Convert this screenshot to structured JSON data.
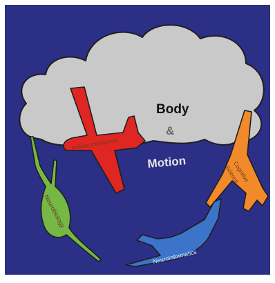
{
  "colors": {
    "background": "#2B2F86",
    "frame": "#ffffff",
    "cloud": "#C9C9C9",
    "outline": "#1E1E1E",
    "red_plane": "#E02623",
    "orange_plane": "#F08A2A",
    "green_cell": "#75B845",
    "blue_plane": "#3B74C9",
    "body_text": "#111111",
    "ampersand_text": "#6A6A6A",
    "motion_text": "#E4E4E4"
  },
  "center_title": {
    "line1": "Body",
    "line2": "&",
    "line3": "Motion"
  },
  "fields": {
    "red": "Artificial Intelligence",
    "orange_line1": "Cognitive",
    "orange_line2": "Science",
    "green": "Neurobiology",
    "blue": "NeuroInformatics"
  },
  "icons": {
    "cloud": "cloud-icon",
    "red": "airplane-icon",
    "orange": "airplane-icon",
    "green": "neuron-icon",
    "blue": "airplane-icon"
  }
}
